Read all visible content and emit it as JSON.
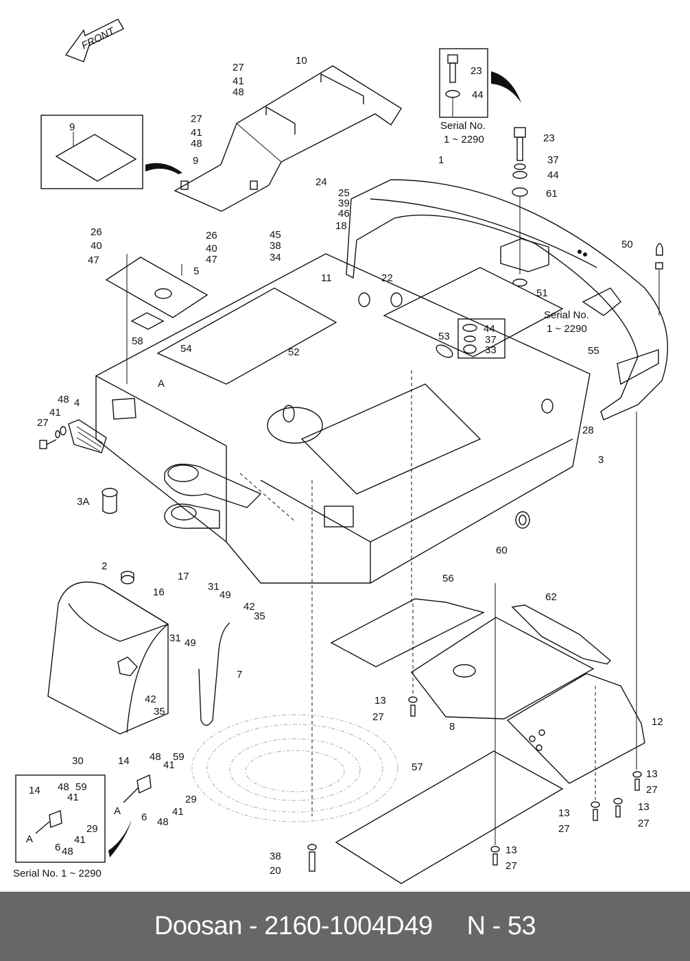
{
  "diagram": {
    "type": "exploded parts diagram",
    "direction_arrow": "FRONT",
    "insets": {
      "top_left": {
        "label": "9"
      },
      "top_right": {
        "caption_line1": "Serial No.",
        "caption_line2": "1 ~ 2290",
        "labels": [
          "23",
          "44"
        ]
      },
      "mid_right": {
        "caption_line1": "Serial No.",
        "caption_line2": "1 ~ 2290",
        "labels": [
          "44",
          "37",
          "33"
        ]
      },
      "bottom_left": {
        "caption": "Serial No. 1 ~ 2290",
        "labels": [
          "14",
          "48",
          "41",
          "59",
          "29",
          "6",
          "48",
          "41",
          "A"
        ]
      }
    },
    "callouts": [
      {
        "id": "c10",
        "text": "10"
      },
      {
        "id": "c27a",
        "text": "27"
      },
      {
        "id": "c41a",
        "text": "41"
      },
      {
        "id": "c48a",
        "text": "48"
      },
      {
        "id": "c9",
        "text": "9"
      },
      {
        "id": "c27b",
        "text": "27"
      },
      {
        "id": "c41b",
        "text": "41"
      },
      {
        "id": "c48b",
        "text": "48"
      },
      {
        "id": "c23",
        "text": "23"
      },
      {
        "id": "c37",
        "text": "37"
      },
      {
        "id": "c44",
        "text": "44"
      },
      {
        "id": "c61",
        "text": "61"
      },
      {
        "id": "c1",
        "text": "1"
      },
      {
        "id": "c24",
        "text": "24"
      },
      {
        "id": "c25",
        "text": "25"
      },
      {
        "id": "c39",
        "text": "39"
      },
      {
        "id": "c46",
        "text": "46"
      },
      {
        "id": "c18",
        "text": "18"
      },
      {
        "id": "c45",
        "text": "45"
      },
      {
        "id": "c38a",
        "text": "38"
      },
      {
        "id": "c34",
        "text": "34"
      },
      {
        "id": "c26a",
        "text": "26"
      },
      {
        "id": "c40a",
        "text": "40"
      },
      {
        "id": "c47a",
        "text": "47"
      },
      {
        "id": "c26b",
        "text": "26"
      },
      {
        "id": "c40b",
        "text": "40"
      },
      {
        "id": "c47b",
        "text": "47"
      },
      {
        "id": "c5",
        "text": "5"
      },
      {
        "id": "c58",
        "text": "58"
      },
      {
        "id": "c11",
        "text": "11"
      },
      {
        "id": "c22",
        "text": "22"
      },
      {
        "id": "c50",
        "text": "50"
      },
      {
        "id": "c51",
        "text": "51"
      },
      {
        "id": "c53",
        "text": "53"
      },
      {
        "id": "c54",
        "text": "54"
      },
      {
        "id": "c52",
        "text": "52"
      },
      {
        "id": "cA1",
        "text": "A"
      },
      {
        "id": "c55",
        "text": "55"
      },
      {
        "id": "c48c",
        "text": "48"
      },
      {
        "id": "c4",
        "text": "4"
      },
      {
        "id": "c41c",
        "text": "41"
      },
      {
        "id": "c27c",
        "text": "27"
      },
      {
        "id": "c28",
        "text": "28"
      },
      {
        "id": "c3",
        "text": "3"
      },
      {
        "id": "c3A",
        "text": "3A"
      },
      {
        "id": "c60",
        "text": "60"
      },
      {
        "id": "c2",
        "text": "2"
      },
      {
        "id": "c17",
        "text": "17"
      },
      {
        "id": "c16",
        "text": "16"
      },
      {
        "id": "c31a",
        "text": "31"
      },
      {
        "id": "c49a",
        "text": "49"
      },
      {
        "id": "c42a",
        "text": "42"
      },
      {
        "id": "c35a",
        "text": "35"
      },
      {
        "id": "c31b",
        "text": "31"
      },
      {
        "id": "c49b",
        "text": "49"
      },
      {
        "id": "c7",
        "text": "7"
      },
      {
        "id": "c42b",
        "text": "42"
      },
      {
        "id": "c35b",
        "text": "35"
      },
      {
        "id": "c56",
        "text": "56"
      },
      {
        "id": "c62",
        "text": "62"
      },
      {
        "id": "c13a",
        "text": "13"
      },
      {
        "id": "c27d",
        "text": "27"
      },
      {
        "id": "c8",
        "text": "8"
      },
      {
        "id": "c12",
        "text": "12"
      },
      {
        "id": "c30",
        "text": "30"
      },
      {
        "id": "c14",
        "text": "14"
      },
      {
        "id": "c48d",
        "text": "48"
      },
      {
        "id": "c41d",
        "text": "41"
      },
      {
        "id": "c59",
        "text": "59"
      },
      {
        "id": "c29",
        "text": "29"
      },
      {
        "id": "cA2",
        "text": "A"
      },
      {
        "id": "c6",
        "text": "6"
      },
      {
        "id": "c48e",
        "text": "48"
      },
      {
        "id": "c41e",
        "text": "41"
      },
      {
        "id": "c57",
        "text": "57"
      },
      {
        "id": "c13b",
        "text": "13"
      },
      {
        "id": "c27e",
        "text": "27"
      },
      {
        "id": "c13c",
        "text": "13"
      },
      {
        "id": "c27f",
        "text": "27"
      },
      {
        "id": "c13d",
        "text": "13"
      },
      {
        "id": "c27g",
        "text": "27"
      },
      {
        "id": "c38b",
        "text": "38"
      },
      {
        "id": "c20",
        "text": "20"
      },
      {
        "id": "c13e",
        "text": "13"
      },
      {
        "id": "c27h",
        "text": "27"
      }
    ]
  },
  "footer": {
    "brand": "Doosan",
    "separator": "-",
    "part_number": "2160-1004D49",
    "page": "N - 53"
  }
}
